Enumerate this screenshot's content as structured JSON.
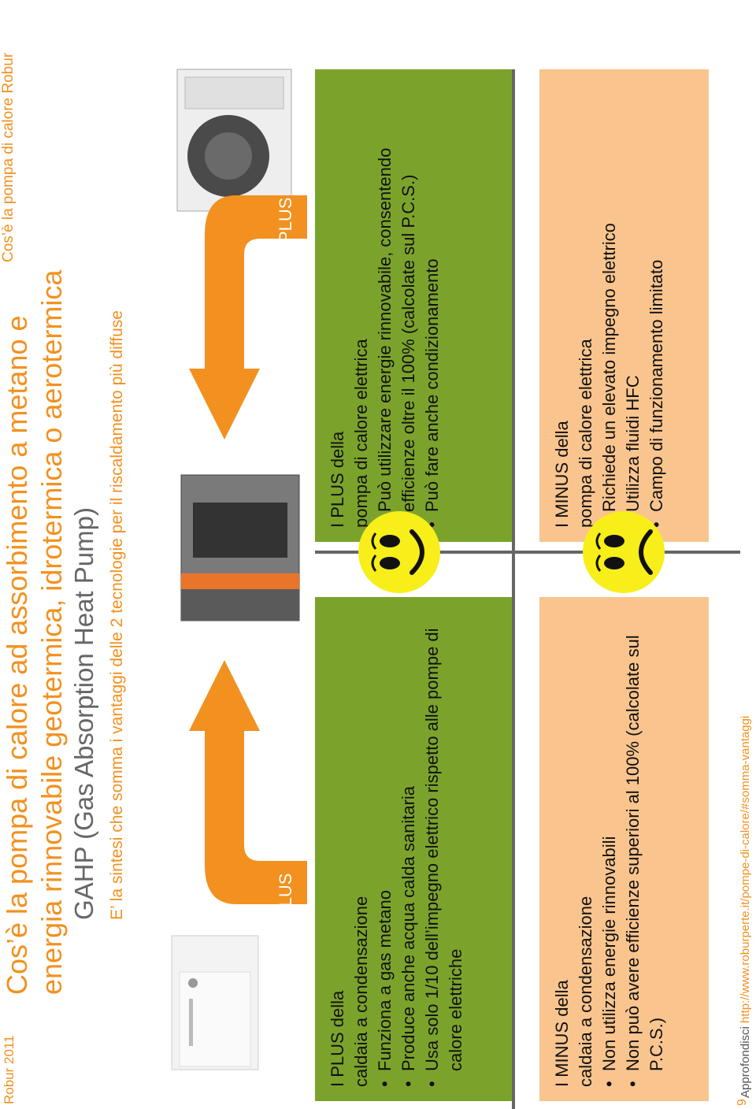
{
  "header": {
    "section_title": "Cos’è la pompa di calore Robur",
    "brand_year": "Robur 2011",
    "page_number": "9"
  },
  "title": {
    "line1": "Cos’è la pompa di calore ad assorbimento a metano e",
    "line2": "energia rinnovabile geotermica, idrotermica o aerotermica",
    "line3": "GAHP (Gas Absorption Heat Pump)",
    "subtitle": "E’ la sintesi che somma i vantaggi delle 2 tecnologie per il riscaldamento più diffuse"
  },
  "labels": {
    "plus_left": "PLUS",
    "plus_right": "PLUS"
  },
  "plus_boiler": {
    "heading1": "I PLUS della",
    "heading2": "caldaia a condensazione",
    "items": [
      "Funziona a gas metano",
      "Produce anche acqua calda sanitaria",
      "Usa solo 1/10 dell’impegno elettrico rispetto alle pompe di calore elettriche"
    ]
  },
  "plus_heatpump": {
    "heading1": "I PLUS della",
    "heading2": "pompa di calore elettrica",
    "items": [
      "Può utilizzare energie rinnovabile, consentendo efficienze oltre il 100% (calcolate sul P.C.S.)",
      "Può fare anche condizionamento"
    ]
  },
  "minus_boiler": {
    "heading1": "I MINUS della",
    "heading2": "caldaia a condensazione",
    "items": [
      "Non utilizza energie rinnovabili",
      "Non può avere efficienze superiori al 100% (calcolate sul P.C.S.)"
    ]
  },
  "minus_heatpump": {
    "heading1": "I MINUS della",
    "heading2": "pompa di calore elettrica",
    "items": [
      "Richiede un elevato impegno elettrico",
      "Utilizza fluidi HFC",
      "Campo di funzionamento limitato"
    ]
  },
  "footer": {
    "label": "Approfondisci",
    "url": "http://www.roburperte.it/pompe-di-calore/#somma-vantaggi"
  },
  "colors": {
    "accent": "#F29120",
    "green_panel": "#7BA32C",
    "peach_panel": "#F9C48E",
    "smiley": "#F7EE1A"
  }
}
